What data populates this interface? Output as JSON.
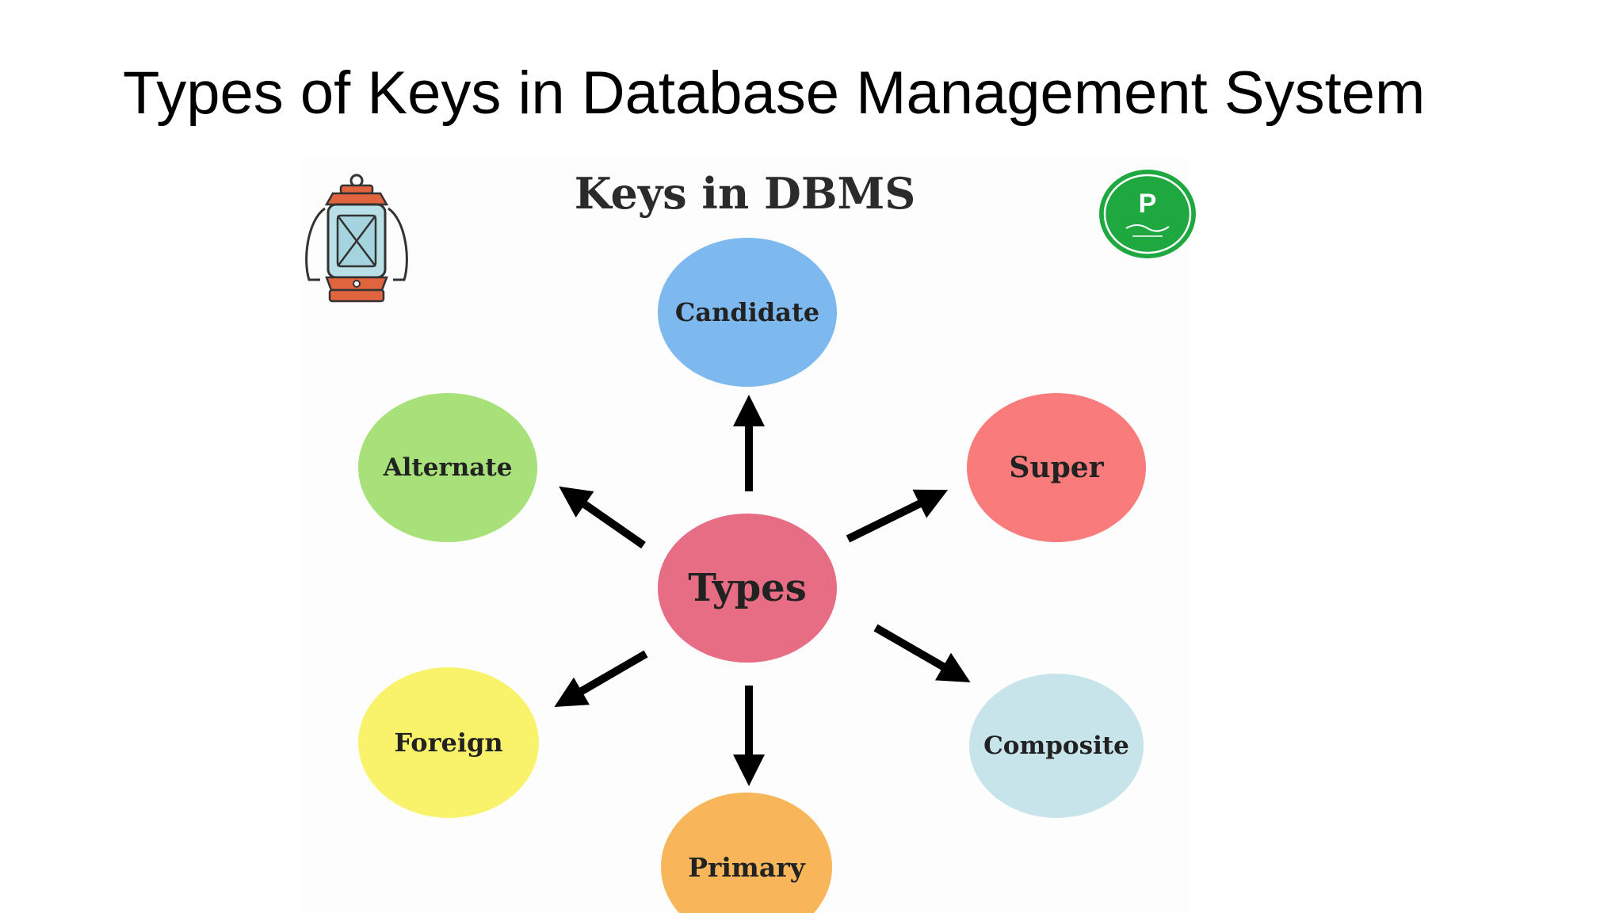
{
  "slide": {
    "title": "Types of Keys in Database Management System"
  },
  "diagram": {
    "title": "Keys in DBMS",
    "center": {
      "label": "Types",
      "color": "#e66d84"
    },
    "nodes": [
      {
        "id": "candidate",
        "label": "Candidate",
        "color": "#7db8ee"
      },
      {
        "id": "super",
        "label": "Super",
        "color": "#fa7b7c"
      },
      {
        "id": "composite",
        "label": "Composite",
        "color": "#c6e4ea"
      },
      {
        "id": "primary",
        "label": "Primary",
        "color": "#f8b65b"
      },
      {
        "id": "foreign",
        "label": "Foreign",
        "color": "#f8f36b"
      },
      {
        "id": "alternate",
        "label": "Alternate",
        "color": "#a8e07a"
      }
    ],
    "icons": {
      "lantern": "lantern-icon",
      "logo": "prepinsta-logo-icon",
      "logo_letter": "P",
      "logo_colors": {
        "fill": "#1fa83f",
        "ring": "#ffffff"
      }
    }
  }
}
